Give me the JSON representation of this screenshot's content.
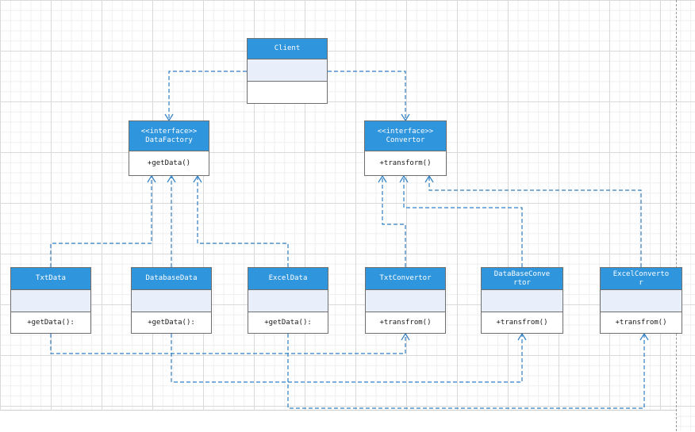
{
  "classes": {
    "client": {
      "title": "Client",
      "stereotype": "",
      "operation": ""
    },
    "data_factory": {
      "title": "DataFactory",
      "stereotype": "<<interface>>",
      "operation": "+getData()"
    },
    "convertor": {
      "title": "Convertor",
      "stereotype": "<<interface>>",
      "operation": "+transform()"
    },
    "txt_data": {
      "title": "TxtData",
      "operation": "+getData():"
    },
    "database_data": {
      "title": "DatabaseData",
      "operation": "+getData():"
    },
    "excel_data": {
      "title": "ExcelData",
      "operation": "+getData():"
    },
    "txt_convertor": {
      "title": "TxtConvertor",
      "operation": "+transfrom()"
    },
    "database_convertor": {
      "title_line1": "DataBaseConve",
      "title_line2": "rtor",
      "operation": "+transfrom()"
    },
    "excel_convertor": {
      "title_line1": "ExcelConverto",
      "title_line2": "r",
      "operation": "+transfrom()"
    }
  },
  "colors": {
    "title_fill": "#2f95dd",
    "attribute_fill": "#e8eefa",
    "connector": "#2f7fc4",
    "border": "#6f6f6f"
  }
}
